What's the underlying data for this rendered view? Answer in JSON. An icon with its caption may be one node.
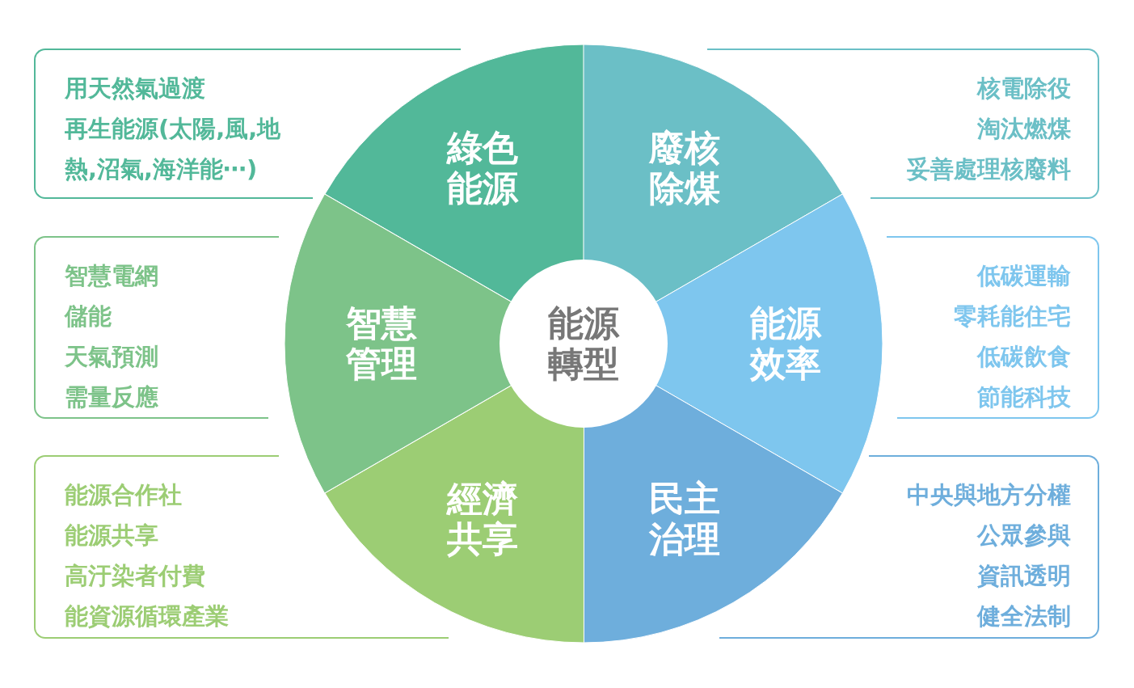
{
  "diagram": {
    "nodes": [
      {
        "text": [
          "能源轉型"
        ]
      },
      {
        "text": [
          "綠色能源"
        ]
      },
      {
        "text": [
          "廢核除煤"
        ]
      },
      {
        "text": [
          "能源效率"
        ]
      },
      {
        "text": [
          "民主治理"
        ]
      },
      {
        "text": [
          "經濟共享"
        ]
      },
      {
        "text": [
          "智慧管理"
        ]
      },
      {
        "text": [
          "用天然氣過渡",
          "再生能源(太陽,風,地熱,沼氣,海洋能⋯)"
        ]
      },
      {
        "text": [
          "核電除役",
          "淘汰燃煤",
          "妥善處理核廢料"
        ]
      },
      {
        "text": [
          "智慧電網",
          "儲能",
          "天氣預測",
          "需量反應"
        ]
      },
      {
        "text": [
          "低碳運輸",
          "零耗能住宅",
          "低碳飲食",
          "節能科技"
        ]
      },
      {
        "text": [
          "能源合作社",
          "能源共享",
          "高汙染者付費",
          "能資源循環產業"
        ]
      },
      {
        "text": [
          "中央與地方分權",
          "公眾參與",
          "資訊透明",
          "健全法制"
        ]
      }
    ]
  }
}
